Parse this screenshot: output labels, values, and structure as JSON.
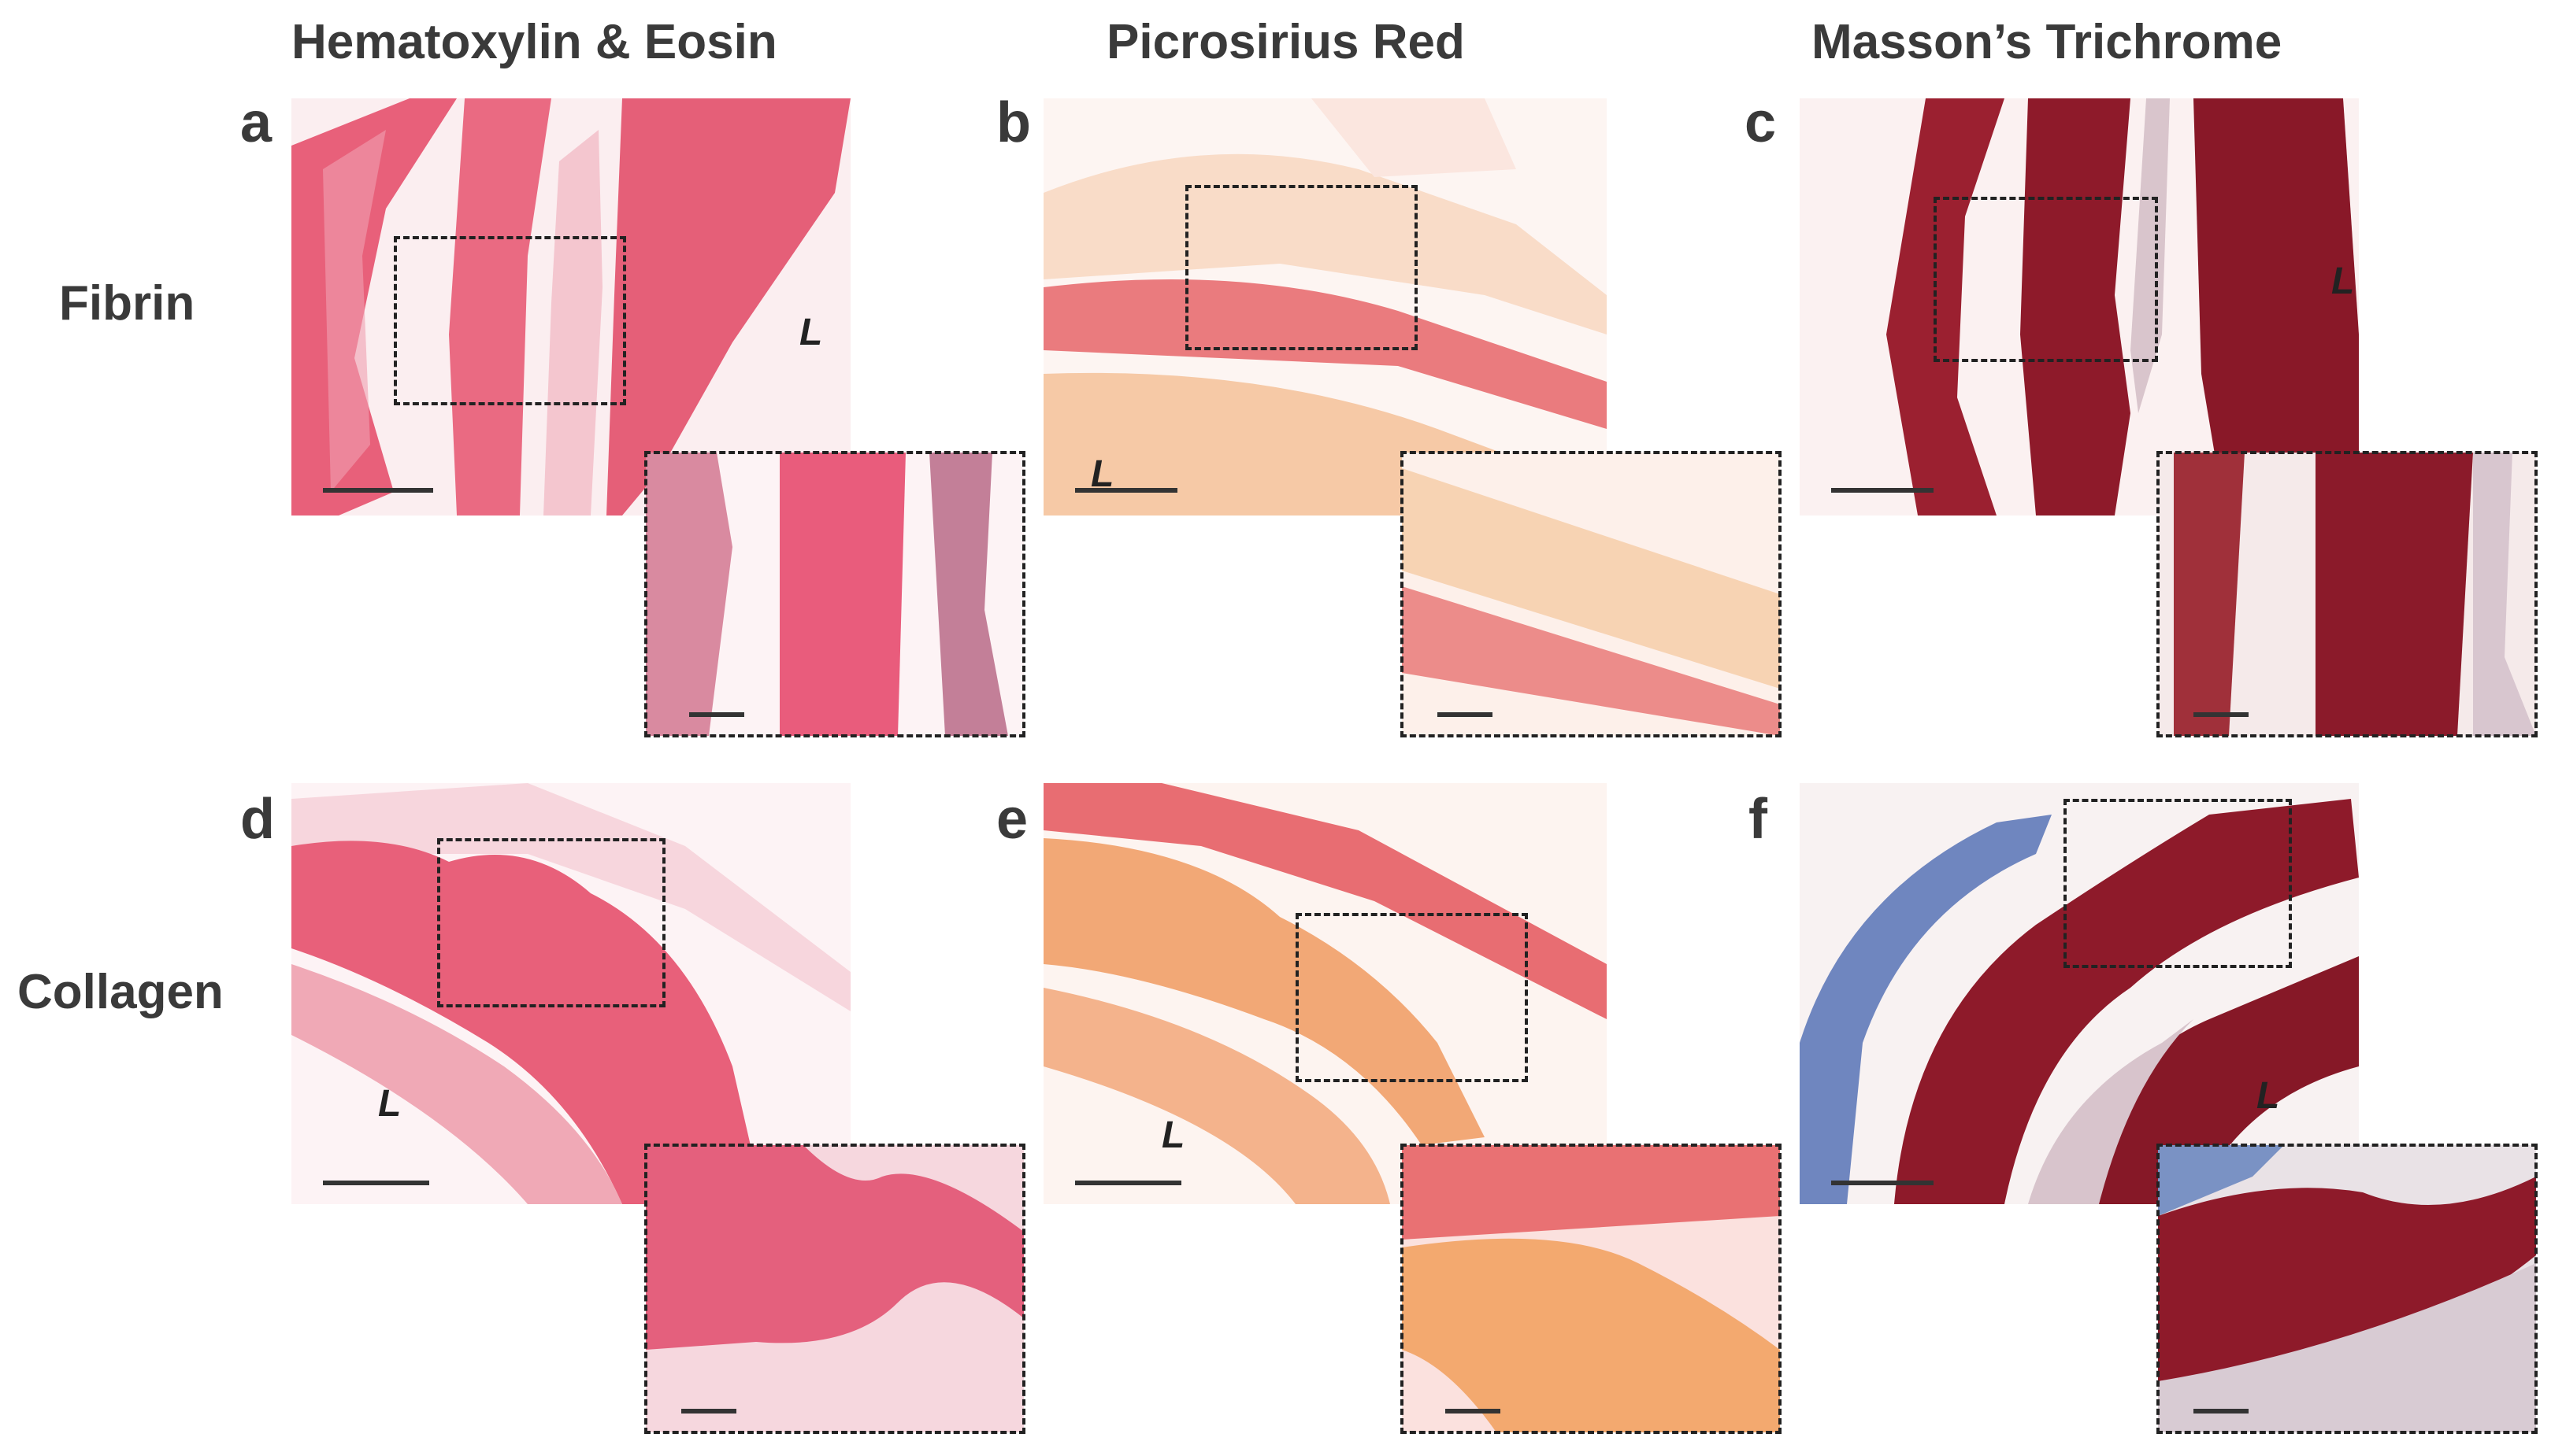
{
  "columns": [
    {
      "title": "Hematoxylin & Eosin"
    },
    {
      "title": "Picrosirius Red"
    },
    {
      "title": "Masson’s Trichrome"
    }
  ],
  "rows": [
    {
      "label": "Fibrin"
    },
    {
      "label": "Collagen"
    }
  ],
  "panels": {
    "a": {
      "letter": "a",
      "stain": "Hematoxylin & Eosin",
      "material": "Fibrin",
      "lumen_label": "L"
    },
    "b": {
      "letter": "b",
      "stain": "Picrosirius Red",
      "material": "Fibrin",
      "lumen_label": "L"
    },
    "c": {
      "letter": "c",
      "stain": "Masson’s Trichrome",
      "material": "Fibrin",
      "lumen_label": "L"
    },
    "d": {
      "letter": "d",
      "stain": "Hematoxylin & Eosin",
      "material": "Collagen",
      "lumen_label": "L"
    },
    "e": {
      "letter": "e",
      "stain": "Picrosirius Red",
      "material": "Collagen",
      "lumen_label": "L"
    },
    "f": {
      "letter": "f",
      "stain": "Masson’s Trichrome",
      "material": "Collagen",
      "lumen_label": "L"
    }
  },
  "colors": {
    "he_tissue": "#e8607a",
    "he_pale": "#f4c6cf",
    "psr_tissue": "#f1b48a",
    "psr_red": "#e86d72",
    "mt_tissue": "#8e1a2a",
    "mt_blue": "#6f86bf",
    "label": "#3a3a3a"
  }
}
